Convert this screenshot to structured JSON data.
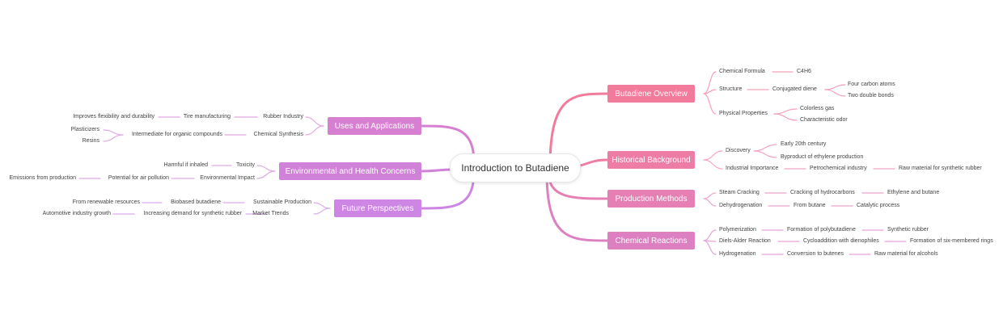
{
  "root": {
    "label": "Introduction to Butadiene"
  },
  "colors": {
    "overview": "#f27a9b",
    "history": "#ee7da6",
    "production": "#e57fb4",
    "reactions": "#dd80c2",
    "uses": "#d77fd0",
    "env": "#d081d8",
    "future": "#cd86e4"
  },
  "right": [
    {
      "label": "Butadiene Overview",
      "children": [
        {
          "label": "Chemical Formula",
          "children": [
            {
              "label": "C4H6"
            }
          ]
        },
        {
          "label": "Structure",
          "children": [
            {
              "label": "Conjugated diene",
              "children": [
                {
                  "label": "Four carbon atoms"
                },
                {
                  "label": "Two double bonds"
                }
              ]
            }
          ]
        },
        {
          "label": "Physical Properties",
          "children": [
            {
              "label": "Colorless gas"
            },
            {
              "label": "Characteristic odor"
            }
          ]
        }
      ]
    },
    {
      "label": "Historical Background",
      "children": [
        {
          "label": "Discovery",
          "children": [
            {
              "label": "Early 20th century"
            },
            {
              "label": "Byproduct of ethylene production"
            }
          ]
        },
        {
          "label": "Industrial Importance",
          "children": [
            {
              "label": "Petrochemical industry",
              "children": [
                {
                  "label": "Raw material for synthetic rubber"
                }
              ]
            }
          ]
        }
      ]
    },
    {
      "label": "Production Methods",
      "children": [
        {
          "label": "Steam Cracking",
          "children": [
            {
              "label": "Cracking of hydrocarbons",
              "children": [
                {
                  "label": "Ethylene and butane"
                }
              ]
            }
          ]
        },
        {
          "label": "Dehydrogenation",
          "children": [
            {
              "label": "From butane",
              "children": [
                {
                  "label": "Catalytic process"
                }
              ]
            }
          ]
        }
      ]
    },
    {
      "label": "Chemical Reactions",
      "children": [
        {
          "label": "Polymerization",
          "children": [
            {
              "label": "Formation of polybutadiene",
              "children": [
                {
                  "label": "Synthetic rubber"
                }
              ]
            }
          ]
        },
        {
          "label": "Diels-Alder Reaction",
          "children": [
            {
              "label": "Cycloaddition with dienophiles",
              "children": [
                {
                  "label": "Formation of six-membered rings"
                }
              ]
            }
          ]
        },
        {
          "label": "Hydrogenation",
          "children": [
            {
              "label": "Conversion to butenes",
              "children": [
                {
                  "label": "Raw material for alcohols"
                }
              ]
            }
          ]
        }
      ]
    }
  ],
  "left": [
    {
      "label": "Uses and Applications",
      "children": [
        {
          "label": "Rubber Industry",
          "children": [
            {
              "label": "Tire manufacturing",
              "children": [
                {
                  "label": "Improves flexibility and durability"
                }
              ]
            }
          ]
        },
        {
          "label": "Chemical Synthesis",
          "children": [
            {
              "label": "Intermediate for organic compounds",
              "children": [
                {
                  "label": "Plasticizers"
                },
                {
                  "label": "Resins"
                }
              ]
            }
          ]
        }
      ]
    },
    {
      "label": "Environmental and Health Concerns",
      "children": [
        {
          "label": "Toxicity",
          "children": [
            {
              "label": "Harmful if inhaled"
            }
          ]
        },
        {
          "label": "Environmental Impact",
          "children": [
            {
              "label": "Potential for air pollution",
              "children": [
                {
                  "label": "Emissions from production"
                }
              ]
            }
          ]
        }
      ]
    },
    {
      "label": "Future Perspectives",
      "children": [
        {
          "label": "Sustainable Production",
          "children": [
            {
              "label": "Biobased butadiene",
              "children": [
                {
                  "label": "From renewable resources"
                }
              ]
            }
          ]
        },
        {
          "label": "Market Trends",
          "children": [
            {
              "label": "Increasing demand for synthetic rubber",
              "children": [
                {
                  "label": "Automotive industry growth"
                }
              ]
            }
          ]
        }
      ]
    }
  ]
}
